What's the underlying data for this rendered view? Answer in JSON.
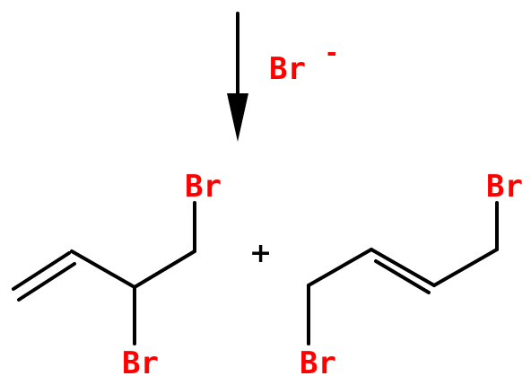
{
  "colors": {
    "atom": "#ff0000",
    "bond": "#000000",
    "plus": "#000000"
  },
  "reagent": {
    "label": "Br",
    "charge": "-"
  },
  "products": {
    "left_top_atom": "Br",
    "left_bottom_atom": "Br",
    "right_top_atom": "Br",
    "right_bottom_atom": "Br",
    "plus_sign": "+"
  }
}
